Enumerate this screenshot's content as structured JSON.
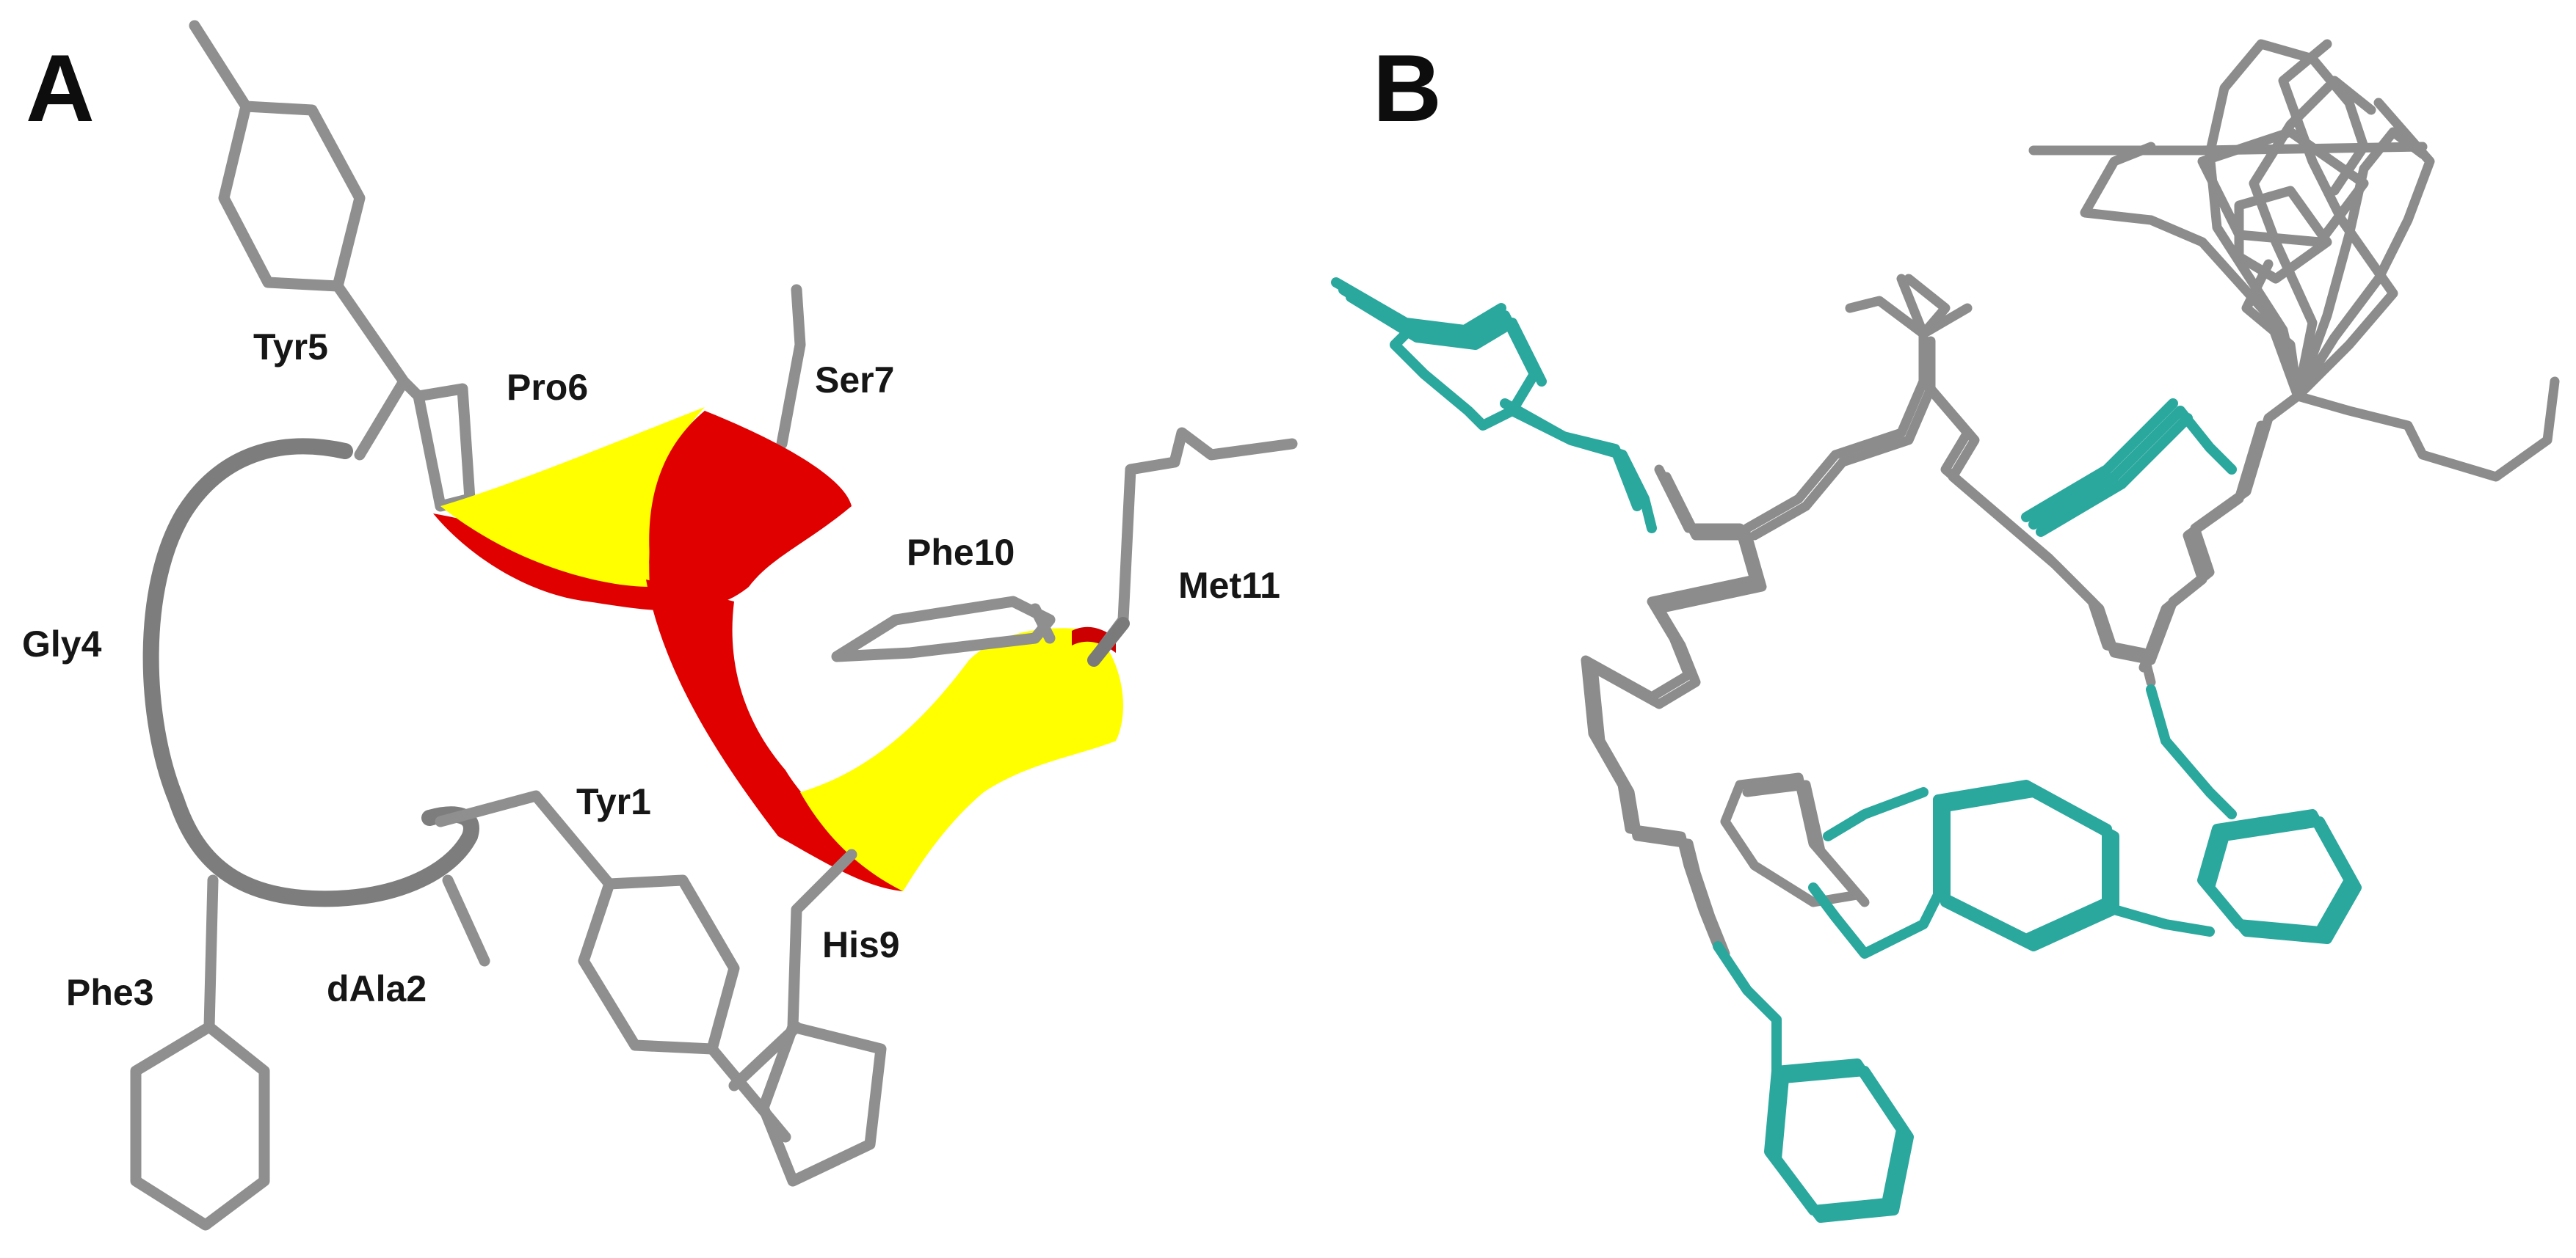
{
  "panels": {
    "a": {
      "letter": "A",
      "residues": {
        "tyr1": "Tyr1",
        "dala2": "dAla2",
        "phe3": "Phe3",
        "gly4": "Gly4",
        "tyr5": "Tyr5",
        "pro6": "Pro6",
        "ser7": "Ser7",
        "his9": "His9",
        "phe10": "Phe10",
        "met11": "Met11"
      }
    },
    "b": {
      "letter": "B"
    }
  },
  "colors": {
    "backbone_gray": "#7d7d7d",
    "sidechain_gray": "#8f8f8f",
    "helix_red": "#e00000",
    "helix_yellow": "#ffff00",
    "aromatic_teal": "#2aa89e"
  }
}
